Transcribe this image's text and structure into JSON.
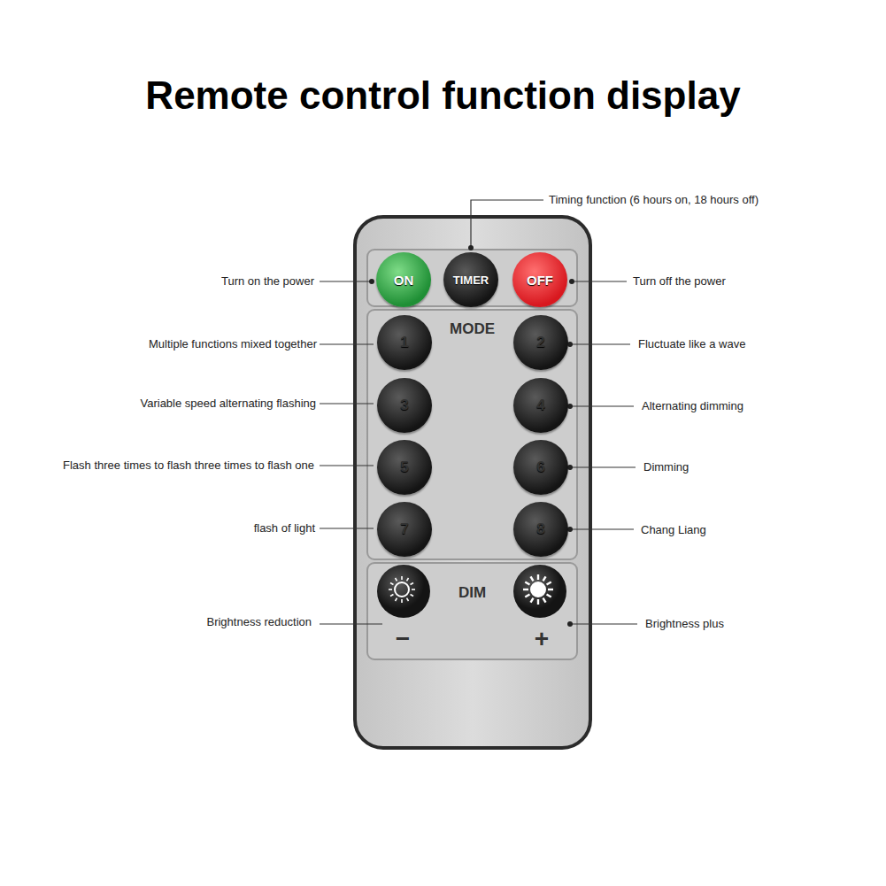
{
  "diagram": {
    "title": "Remote control function display",
    "nodes": [
      {
        "text": [
          "ON"
        ]
      },
      {
        "text": [
          "TIMER"
        ]
      },
      {
        "text": [
          "OFF"
        ]
      },
      {
        "text": [
          "MODE"
        ]
      },
      {
        "text": [
          "1"
        ],
        "in": 3
      },
      {
        "text": [
          "2"
        ],
        "in": 3
      },
      {
        "text": [
          "3"
        ],
        "in": 3
      },
      {
        "text": [
          "4"
        ],
        "in": 3
      },
      {
        "text": [
          "5"
        ],
        "in": 3
      },
      {
        "text": [
          "6"
        ],
        "in": 3
      },
      {
        "text": [
          "7"
        ],
        "in": 3
      },
      {
        "text": [
          "8"
        ],
        "in": 3
      },
      {
        "text": [
          "DIM"
        ]
      }
    ],
    "labels": [
      "Timing function (6 hours on, 18 hours off)",
      "Turn on the power",
      "Turn off the power",
      "Multiple functions mixed together",
      "Fluctuate like a wave",
      "Variable speed alternating flashing",
      "Alternating dimming",
      "Flash three times to flash three times to flash one",
      "Dimming",
      "flash of light",
      "Chang Liang",
      "Brightness reduction",
      "Brightness plus",
      "−",
      "+"
    ]
  }
}
